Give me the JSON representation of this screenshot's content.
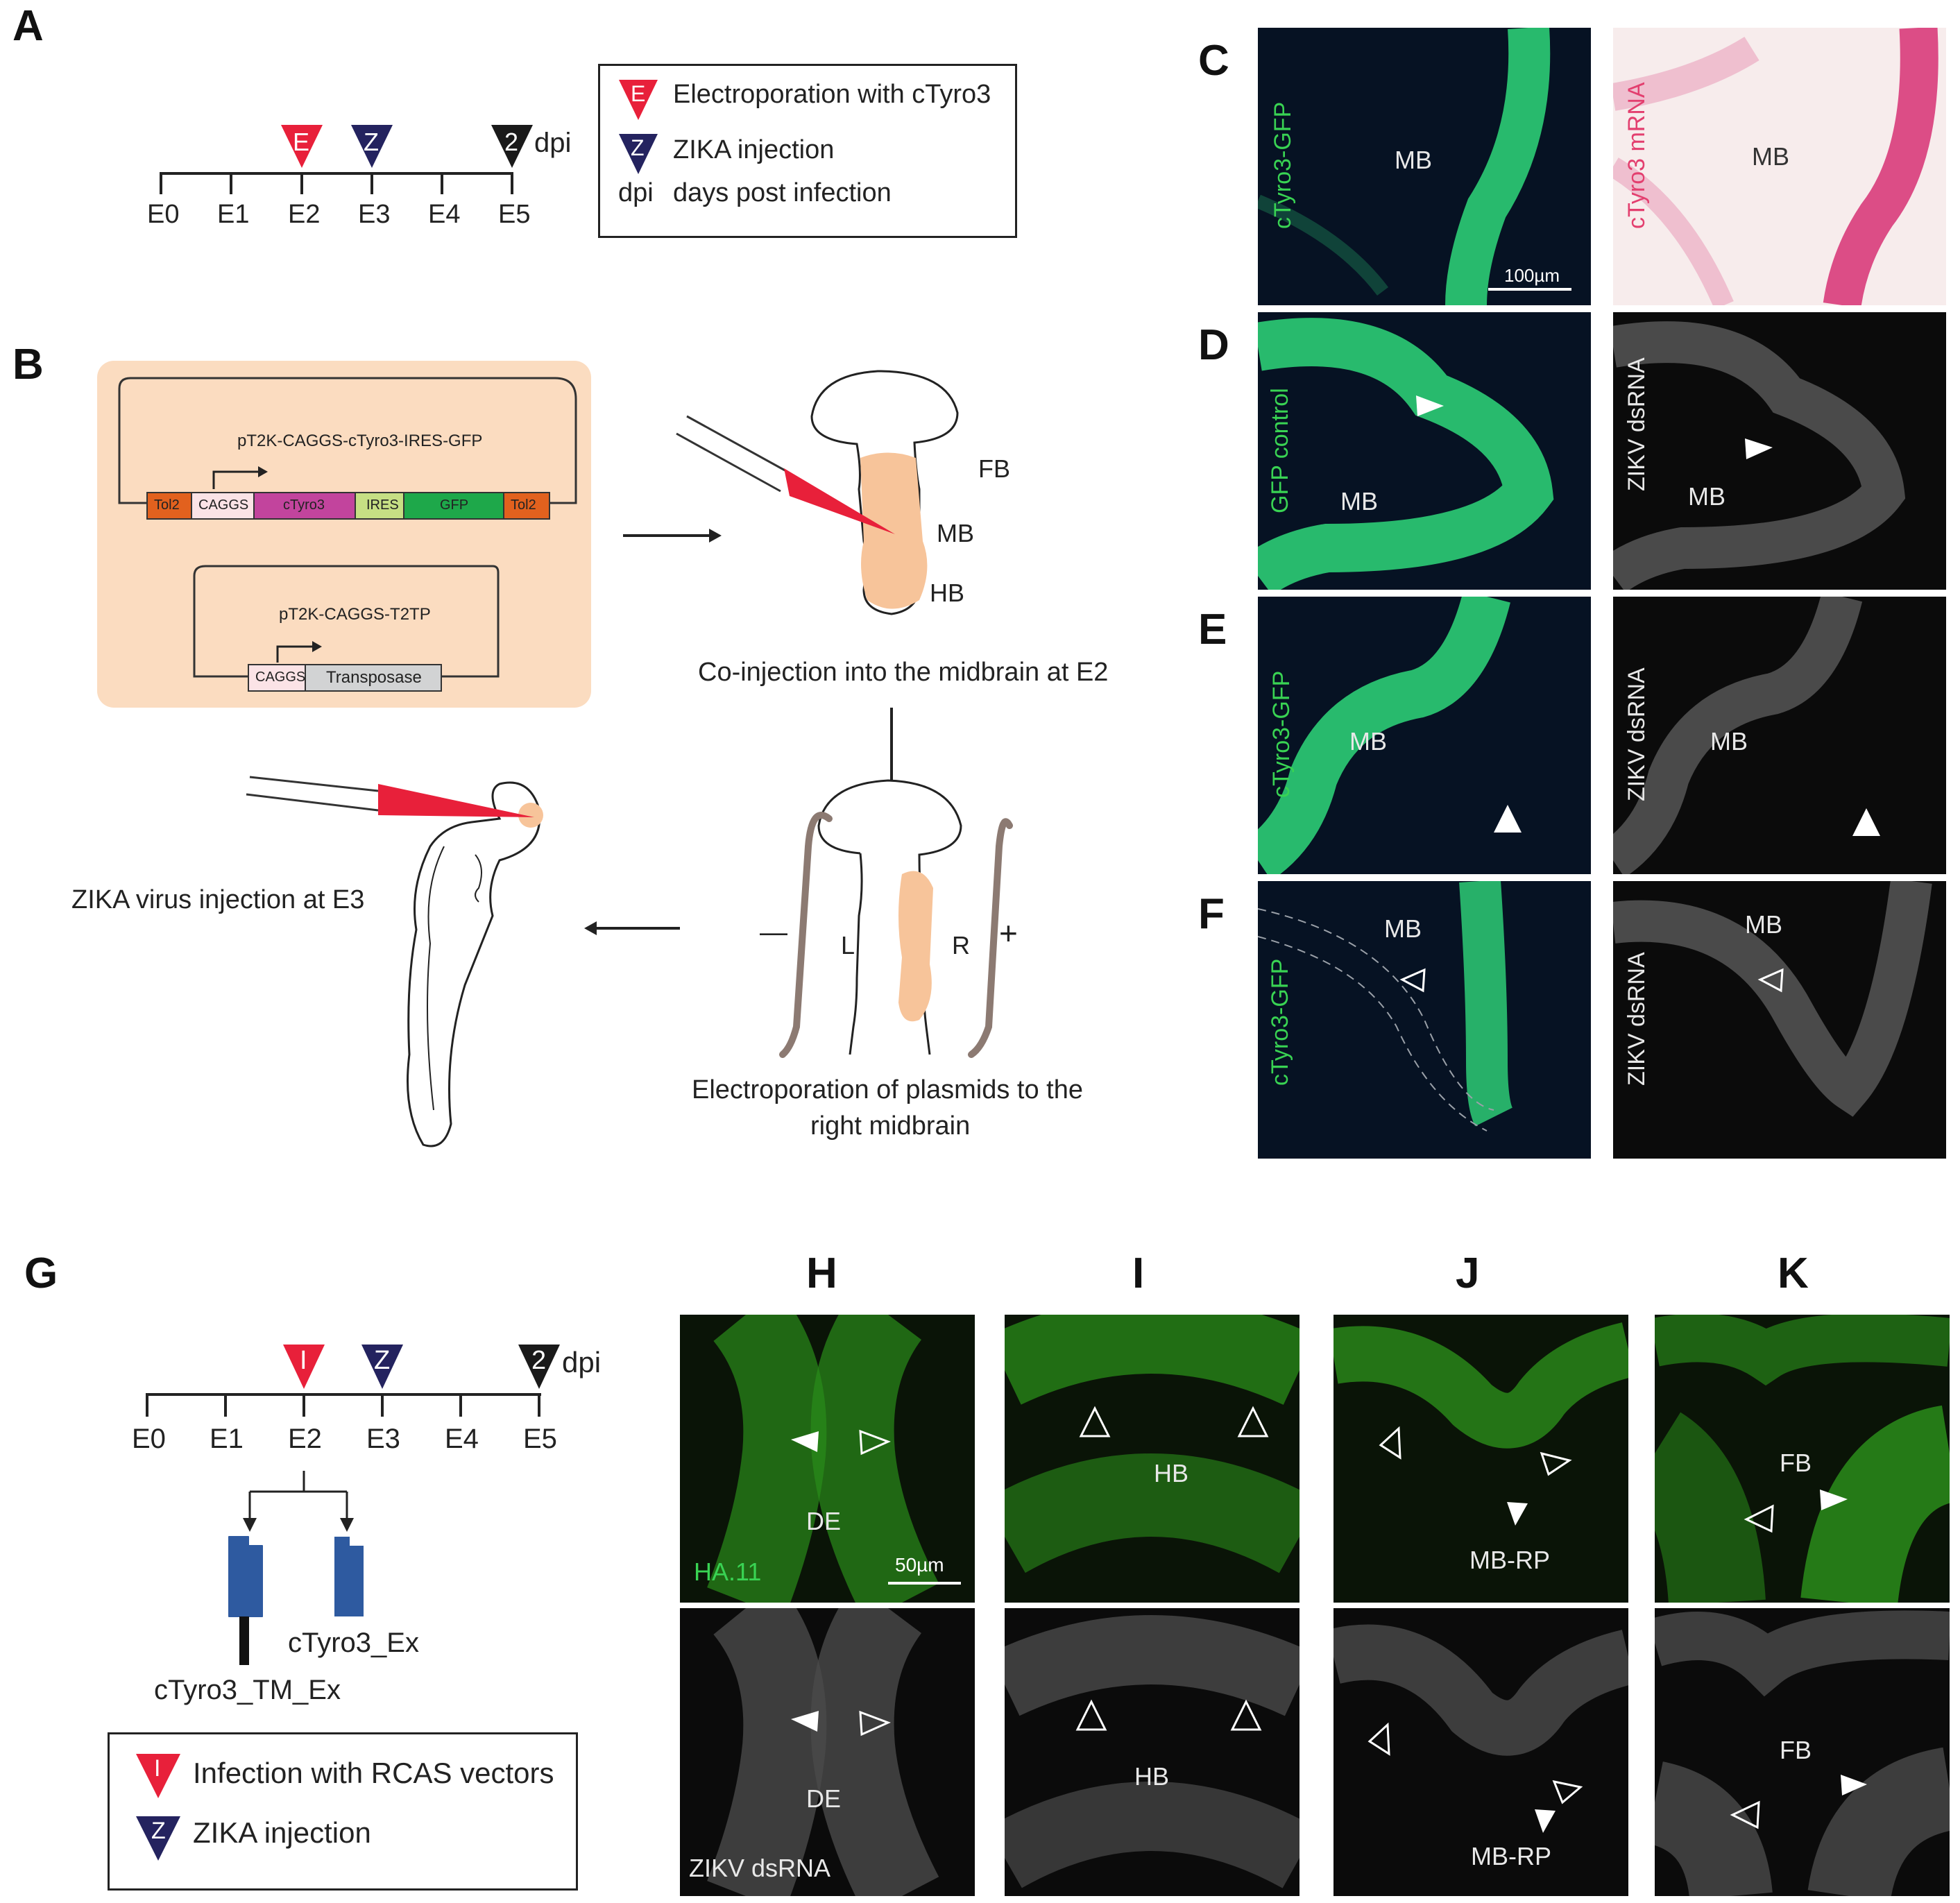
{
  "panels": {
    "A": "A",
    "B": "B",
    "C": "C",
    "D": "D",
    "E": "E",
    "F": "F",
    "G": "G",
    "H": "H",
    "I": "I",
    "J": "J",
    "K": "K"
  },
  "timeline_A": {
    "ticks": [
      "E0",
      "E1",
      "E2",
      "E3",
      "E4",
      "E5"
    ],
    "marker_E": "E",
    "marker_Z": "Z",
    "marker_2": "2",
    "dpi": "dpi"
  },
  "legend_A": {
    "e_text": "Electroporation with cTyro3",
    "z_text": "ZIKA injection",
    "dpi_key": "dpi",
    "dpi_text": "days post infection",
    "e_symbol": "E",
    "z_symbol": "Z"
  },
  "schematic_B": {
    "plasmid1_name": "pT2K-CAGGS-cTyro3-IRES-GFP",
    "plasmid1_segments": [
      "Tol2",
      "CAGGS",
      "cTyro3",
      "IRES",
      "GFP",
      "Tol2"
    ],
    "plasmid2_name": "pT2K-CAGGS-T2TP",
    "plasmid2_segments": [
      "CAGGS",
      "Transposase"
    ],
    "brain_FB": "FB",
    "brain_MB": "MB",
    "brain_HB": "HB",
    "coinjection_caption": "Co-injection into the midbrain at E2",
    "electroporation_caption_1": "Electroporation of plasmids to the",
    "electroporation_caption_2": "right midbrain",
    "L": "L",
    "R": "R",
    "minus": "—",
    "plus": "+",
    "zika_caption": "ZIKA virus injection at E3"
  },
  "micrographs_CF": {
    "C_left_label": "cTyro3-GFP",
    "C_left_region": "MB",
    "C_scale": "100µm",
    "C_right_label": "cTyro3 mRNA",
    "C_right_region": "MB",
    "D_left_label": "GFP control",
    "D_left_region": "MB",
    "D_right_label": "ZIKV dsRNA",
    "D_right_region": "MB",
    "E_left_label": "cTyro3-GFP",
    "E_left_region": "MB",
    "E_right_label": "ZIKV dsRNA",
    "E_right_region": "MB",
    "F_left_label": "cTyro3-GFP",
    "F_left_region": "MB",
    "F_right_label": "ZIKV dsRNA",
    "F_right_region": "MB"
  },
  "timeline_G": {
    "ticks": [
      "E0",
      "E1",
      "E2",
      "E3",
      "E4",
      "E5"
    ],
    "marker_I": "I",
    "marker_Z": "Z",
    "marker_2": "2",
    "dpi": "dpi",
    "construct_1": "cTyro3_TM_Ex",
    "construct_2": "cTyro3_Ex"
  },
  "legend_G": {
    "i_symbol": "I",
    "i_text": "Infection with RCAS vectors",
    "z_symbol": "Z",
    "z_text": "ZIKA injection"
  },
  "micrographs_HK": {
    "H_top_region": "DE",
    "H_top_stain": "HA.11",
    "H_scale": "50µm",
    "H_bottom_region": "DE",
    "H_bottom_stain": "ZIKV dsRNA",
    "I_top_region": "HB",
    "I_bottom_region": "HB",
    "J_top_region": "MB-RP",
    "J_bottom_region": "MB-RP",
    "K_top_region": "FB",
    "K_bottom_region": "FB"
  },
  "colors": {
    "red_marker": "#e8203a",
    "navy_marker": "#24235f",
    "black_marker": "#1a1a1a",
    "tissue_green": "#2fd87a",
    "ha_green": "#2a8c1a",
    "embryo_orange": "#f7c49a",
    "box_bg": "#fbdcc0"
  }
}
